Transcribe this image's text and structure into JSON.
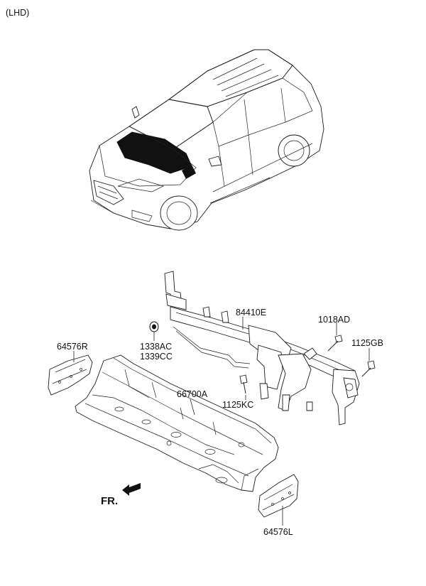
{
  "diagram": {
    "variant": "(LHD)",
    "labels": {
      "cross_member": "84410E",
      "bolt_1018ad": "1018AD",
      "bolt_1125gb": "1125GB",
      "grommet_a": "1338AC",
      "grommet_b": "1339CC",
      "bolt_1125kc": "1125KC",
      "cowl_panel": "66700A",
      "insulator_r": "64576R",
      "insulator_l": "64576L",
      "front_indicator": "FR."
    },
    "colors": {
      "line": "#1a1a1a",
      "fill_dark": "#111111",
      "background": "#ffffff"
    }
  }
}
